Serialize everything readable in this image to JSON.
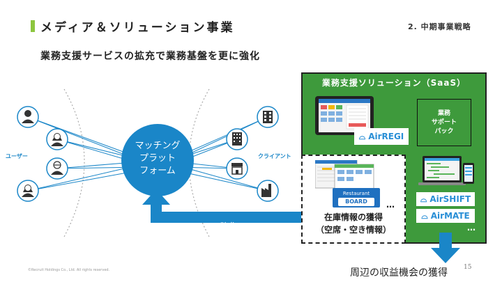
{
  "header": {
    "title": "メディア＆ソリューション事業",
    "section": "2. 中期事業戦略",
    "accent_color": "#8dc63f"
  },
  "subtitle": "業務支援サービスの拡充で業務基盤を更に強化",
  "hub": {
    "lines": [
      "マッチング",
      "プラット",
      "フォーム"
    ],
    "color": "#1a86c8"
  },
  "labels": {
    "users": "ユーザー",
    "clients": "クライアント",
    "reinforce": "強化"
  },
  "user_icons": [
    "user-man-icon",
    "user-woman-icon",
    "user-glasses-icon",
    "user-woman-2-icon"
  ],
  "client_icons": [
    "office-building-icon",
    "office-tower-icon",
    "shop-icon",
    "factory-icon"
  ],
  "saas": {
    "title": "業務支援ソリューション（SaaS）",
    "support_pack": "業務\nサポート\nパック",
    "airregi": "AirREGI",
    "airshift": "AirSHIFT",
    "airmate": "AirMATE",
    "dots": "…",
    "panel_color": "#3e9a3c"
  },
  "inventory": {
    "line1": "在庫情報の獲得",
    "line2": "（空席・空き情報）",
    "restaurant_board_top": "Restaurant",
    "restaurant_board_bottom": "BOARD",
    "dots": "…"
  },
  "footer": {
    "copyright": "©Recruit Holdings Co., Ltd. All rights reserved.",
    "caption": "周辺の収益機会の獲得",
    "page": "15"
  }
}
